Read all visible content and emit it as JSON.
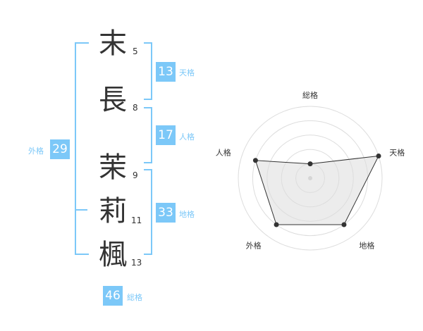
{
  "name": {
    "chars": [
      {
        "char": "末",
        "strokes": "5"
      },
      {
        "char": "長",
        "strokes": "8"
      },
      {
        "char": "茉",
        "strokes": "9"
      },
      {
        "char": "莉",
        "strokes": "11"
      },
      {
        "char": "楓",
        "strokes": "13"
      }
    ]
  },
  "fortune": {
    "tenkaku": {
      "value": "13",
      "label": "天格"
    },
    "jinkaku": {
      "value": "17",
      "label": "人格"
    },
    "chikaku": {
      "value": "33",
      "label": "地格"
    },
    "gaikaku": {
      "value": "29",
      "label": "外格"
    },
    "soukaku": {
      "value": "46",
      "label": "総格"
    }
  },
  "colors": {
    "accent": "#7cc8f8",
    "text": "#333333",
    "grid": "#dddddd",
    "fill": "#eeeeee"
  },
  "chart_data": {
    "type": "radar",
    "axes": [
      "総格",
      "天格",
      "地格",
      "外格",
      "人格"
    ],
    "values": [
      1,
      5,
      4,
      4,
      4
    ],
    "max": 5,
    "grid": true
  }
}
